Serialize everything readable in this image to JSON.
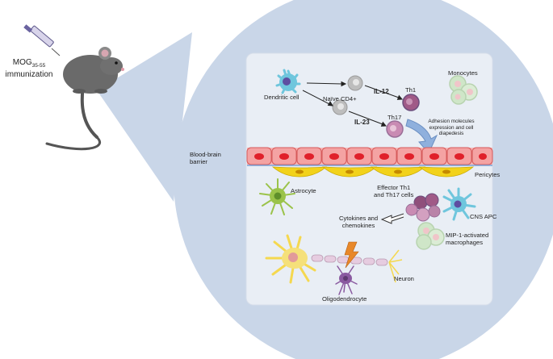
{
  "mouse": {
    "immunization_main": "MOG",
    "immunization_sub": "35-55",
    "immunization_word": "immunization"
  },
  "labels": {
    "dendritic_cell": "Dendritic cell",
    "naive_cd4": "Naïve CD4+",
    "il12": "IL-12",
    "il23": "IL-23",
    "th1": "Th1",
    "th17": "Th17",
    "monocytes": "Monocytes",
    "adhesion": [
      "Adhesion molecules",
      "expression and cell",
      "diapedesis"
    ],
    "bbb": [
      "Blood-brain",
      "barrier"
    ],
    "pericytes": "Pericytes",
    "astrocyte": "Astrocyte",
    "effector": [
      "Effector Th1",
      "and Th17 cells"
    ],
    "cns_apc": "CNS APC",
    "cytokines": [
      "Cytokines and",
      "chemokines"
    ],
    "mip": [
      "MIP-1-activated",
      "macrophages"
    ],
    "neuron": "Neuron",
    "oligodendrocyte": "Oligodendrocyte"
  },
  "colors": {
    "zoom_circle": "#c9d6e8",
    "panel": "#e9eef5",
    "endothelial": "#f4a3a3",
    "endothelial_nucleus": "#e0202a",
    "pericyte": "#f2d21b",
    "astrocyte": "#9bc34a",
    "dendritic": "#6fc6dd",
    "th1": "#a05a87",
    "th17": "#c98bb3",
    "monocyte": "#cfe6c8",
    "neuron": "#f5e07a",
    "oligodendrocyte": "#8a5aa0"
  }
}
